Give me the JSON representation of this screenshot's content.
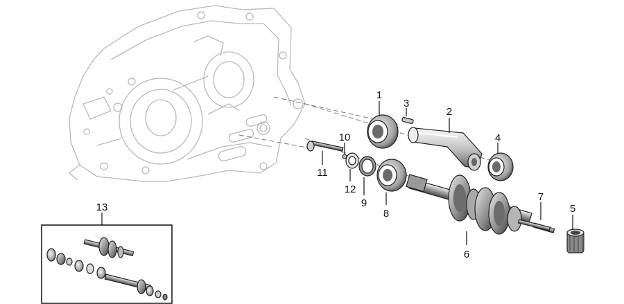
{
  "diagram": {
    "colors": {
      "line": "#111111",
      "ghost": "#b8b8b8",
      "part_dark": "#3a3a3a",
      "part_mid": "#8a8a8a",
      "part_light": "#d8d8d8"
    },
    "callouts": {
      "c1": "1",
      "c2": "2",
      "c3": "3",
      "c4": "4",
      "c5": "5",
      "c6": "6",
      "c7": "7",
      "c8": "8",
      "c9": "9",
      "c10": "10",
      "c11": "11",
      "c12": "12",
      "c13": "13"
    }
  }
}
